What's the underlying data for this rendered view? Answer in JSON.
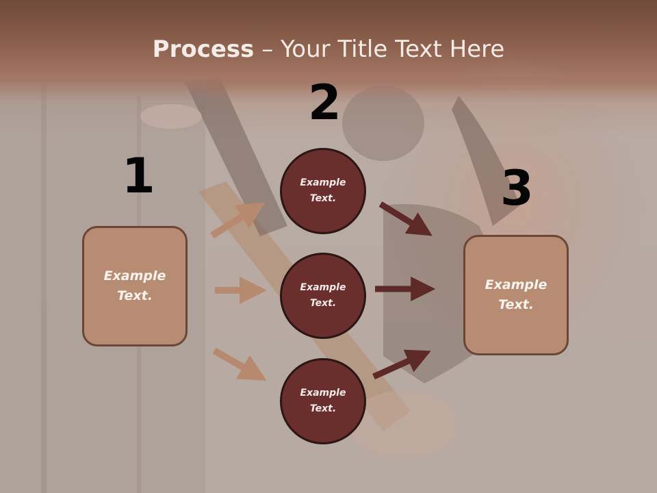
{
  "title": {
    "bold": "Process",
    "separator": " – ",
    "rest": "Your Title Text Here"
  },
  "steps": [
    {
      "number": "1",
      "line1": "Example",
      "line2": "Text."
    },
    {
      "number": "2",
      "circles": [
        {
          "line1": "Example",
          "line2": "Text."
        },
        {
          "line1": "Example",
          "line2": "Text."
        },
        {
          "line1": "Example",
          "line2": "Text."
        }
      ]
    },
    {
      "number": "3",
      "line1": "Example",
      "line2": "Text."
    }
  ],
  "colors": {
    "box_fill": "#b88c72",
    "circle_fill": "#6a2e2c",
    "arrow_light": "#b78a70",
    "arrow_dark": "#5e2a28",
    "title_band": "#8a5e4b"
  }
}
